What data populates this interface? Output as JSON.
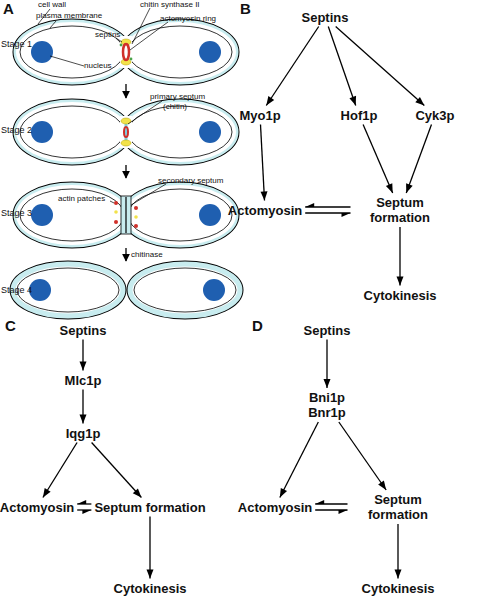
{
  "diagram": {
    "nodes": [
      {
        "text": [
          "Septins"
        ]
      },
      {
        "text": [
          "Myo1p"
        ]
      },
      {
        "text": [
          "Hof1p"
        ]
      },
      {
        "text": [
          "Cyk3p"
        ]
      },
      {
        "text": [
          "Actomyosin"
        ]
      },
      {
        "text": [
          "Septum formation"
        ]
      },
      {
        "text": [
          "Cytokinesis"
        ]
      },
      {
        "text": [
          "Septins"
        ]
      },
      {
        "text": [
          "Mlc1p"
        ]
      },
      {
        "text": [
          "Iqg1p"
        ]
      },
      {
        "text": [
          "Actomyosin"
        ]
      },
      {
        "text": [
          "Septum formation"
        ]
      },
      {
        "text": [
          "Cytokinesis"
        ]
      },
      {
        "text": [
          "Septins"
        ]
      },
      {
        "text": [
          "Bni1p Bnr1p"
        ]
      },
      {
        "text": [
          "Actomyosin"
        ]
      },
      {
        "text": [
          "Septum formation"
        ]
      },
      {
        "text": [
          "Cytokinesis"
        ]
      }
    ],
    "edges": [
      {
        "from": 0,
        "to": 1,
        "arrow": "to"
      },
      {
        "from": 0,
        "to": 2,
        "arrow": "to"
      },
      {
        "from": 0,
        "to": 3,
        "arrow": "to"
      },
      {
        "from": 1,
        "to": 4,
        "arrow": "to"
      },
      {
        "from": 2,
        "to": 5,
        "arrow": "to"
      },
      {
        "from": 3,
        "to": 5,
        "arrow": "to"
      },
      {
        "from": 4,
        "to": 5,
        "arrow": "both"
      },
      {
        "from": 5,
        "to": 6,
        "arrow": "to"
      },
      {
        "from": 7,
        "to": 8,
        "arrow": "to"
      },
      {
        "from": 8,
        "to": 9,
        "arrow": "to"
      },
      {
        "from": 9,
        "to": 10,
        "arrow": "to"
      },
      {
        "from": 9,
        "to": 11,
        "arrow": "to"
      },
      {
        "from": 10,
        "to": 11,
        "arrow": "both"
      },
      {
        "from": 11,
        "to": 12,
        "arrow": "to"
      },
      {
        "from": 13,
        "to": 14,
        "arrow": "to"
      },
      {
        "from": 14,
        "to": 15,
        "arrow": "to"
      },
      {
        "from": 14,
        "to": 16,
        "arrow": "to"
      },
      {
        "from": 15,
        "to": 16,
        "arrow": "both"
      },
      {
        "from": 16,
        "to": 17,
        "arrow": "to"
      }
    ],
    "labels": [
      "A",
      "cell wall",
      "plasma membrane",
      "chitin synthase II",
      "actomyosin ring",
      "septins",
      "nucleus",
      "Stage 1",
      "primary septum",
      "(chitin)",
      "Stage 2",
      "secondary septum",
      "actin patches",
      "Stage 3",
      "chitinase",
      "Stage 4",
      "B",
      "C",
      "D"
    ]
  }
}
